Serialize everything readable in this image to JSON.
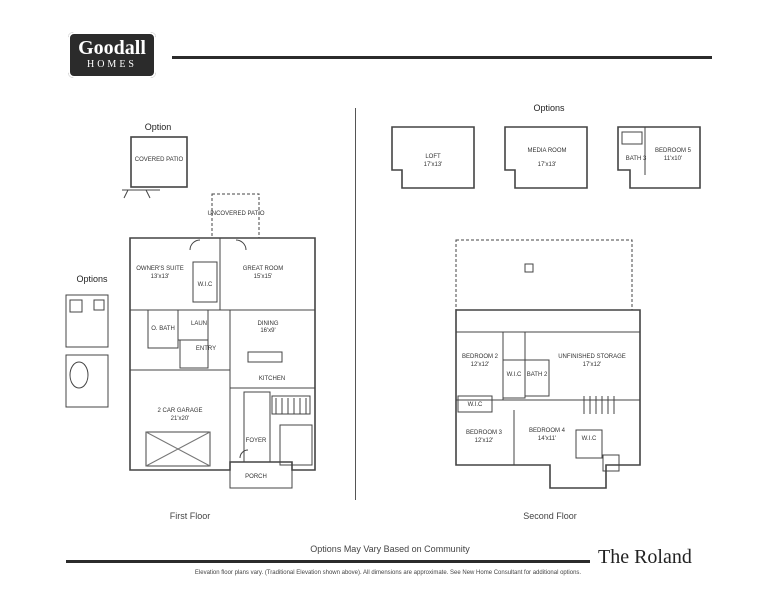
{
  "brand": {
    "name": "Goodall",
    "sub": "HOMES"
  },
  "plan_name": "The Roland",
  "labels": {
    "option_top": "Option",
    "options_left": "Options",
    "options_right": "Options",
    "first_floor": "First Floor",
    "second_floor": "Second Floor",
    "options_community": "Options May Vary Based on Community",
    "footnote": "Elevation floor plans vary. (Traditional Elevation shown above). All dimensions are approximate. See New Home Consultant for additional options."
  },
  "rooms": {
    "covered_patio": "COVERED PATIO",
    "uncovered_patio": "UNCOVERED PATIO",
    "owners_suite": "OWNER'S SUITE",
    "owners_suite_dim": "13'x13'",
    "great_room": "GREAT ROOM",
    "great_room_dim": "15'x15'",
    "wic_1": "W.I.C",
    "o_bath": "O. BATH",
    "laun": "LAUN",
    "dining": "DINING",
    "dining_dim": "16'x9'",
    "entry": "ENTRY",
    "kitchen": "KITCHEN",
    "garage": "2 CAR GARAGE",
    "garage_dim": "21'x20'",
    "foyer": "FOYER",
    "porch": "PORCH",
    "loft": "LOFT",
    "loft_dim": "17'x13'",
    "media": "MEDIA ROOM",
    "media_dim": "17'x13'",
    "bedroom5": "BEDROOM 5",
    "bedroom5_dim": "11'x10'",
    "bath3": "BATH 3",
    "bedroom2": "BEDROOM 2",
    "bedroom2_dim": "12'x12'",
    "wic_2": "W.I.C",
    "bath2": "BATH 2",
    "unfinished": "UNFINISHED STORAGE",
    "unfinished_dim": "17'x12'",
    "wic_3": "W.I.C",
    "bedroom3": "BEDROOM 3",
    "bedroom3_dim": "12'x12'",
    "bedroom4": "BEDROOM 4",
    "bedroom4_dim": "14'x11'",
    "wic_4": "W.I.C"
  }
}
